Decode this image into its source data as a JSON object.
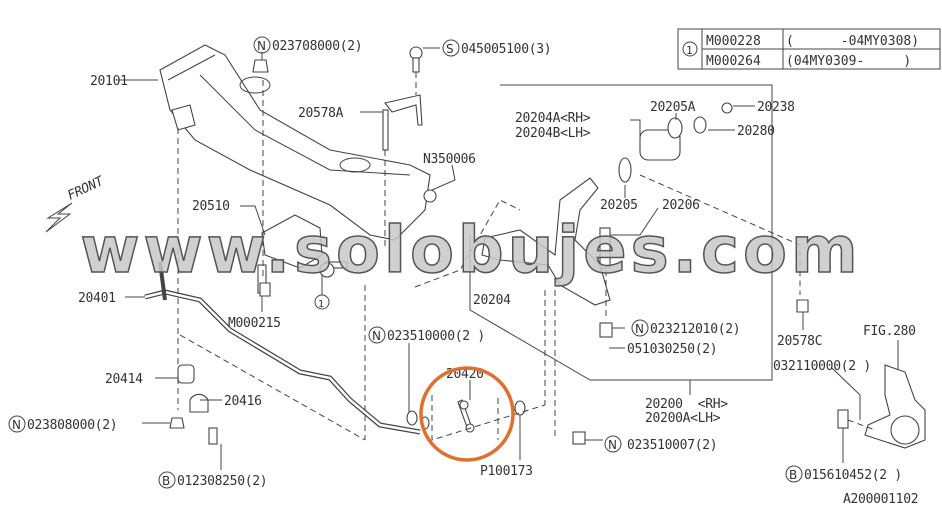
{
  "table": {
    "marker": "1",
    "rows": [
      {
        "part": "M000228",
        "range": "(      -04MY0308)"
      },
      {
        "part": "M000264",
        "range": "(04MY0309-     )"
      }
    ]
  },
  "labels": {
    "front": "FRONT",
    "p20101": "20101",
    "n023708000": "023708000(2)",
    "s045005100": "045005100(3)",
    "p20578A": "20578A",
    "n350006": "N350006",
    "p20510": "20510",
    "m000215": "M000215",
    "circ1": "1",
    "p20401": "20401",
    "n023510000": "023510000(2 )",
    "p20420": "20420",
    "p100173": "P100173",
    "p20414": "20414",
    "p20416": "20416",
    "n023808000": "023808000(2)",
    "b012308250": "012308250(2)",
    "p20204A": "20204A<RH>",
    "p20204B": "20204B<LH>",
    "p20205A": "20205A",
    "p20238": "20238",
    "p20280": "20280",
    "p20205": "20205",
    "p20206": "20206",
    "p20204": "20204",
    "n023212010": "023212010(2)",
    "p051030250": "051030250(2)",
    "p20200": "20200  <RH>",
    "p20200A": "20200A<LH>",
    "n023510007": "023510007(2)",
    "p20578C": "20578C",
    "fig280": "FIG.280",
    "p032110000": "032110000(2 )",
    "b015610452": "015610452(2 )",
    "diagram_id": "A200001102",
    "marker_N": "N",
    "marker_S": "S",
    "marker_B": "B"
  },
  "watermark": "www.solobujes.com",
  "highlight_color": "#e07030"
}
